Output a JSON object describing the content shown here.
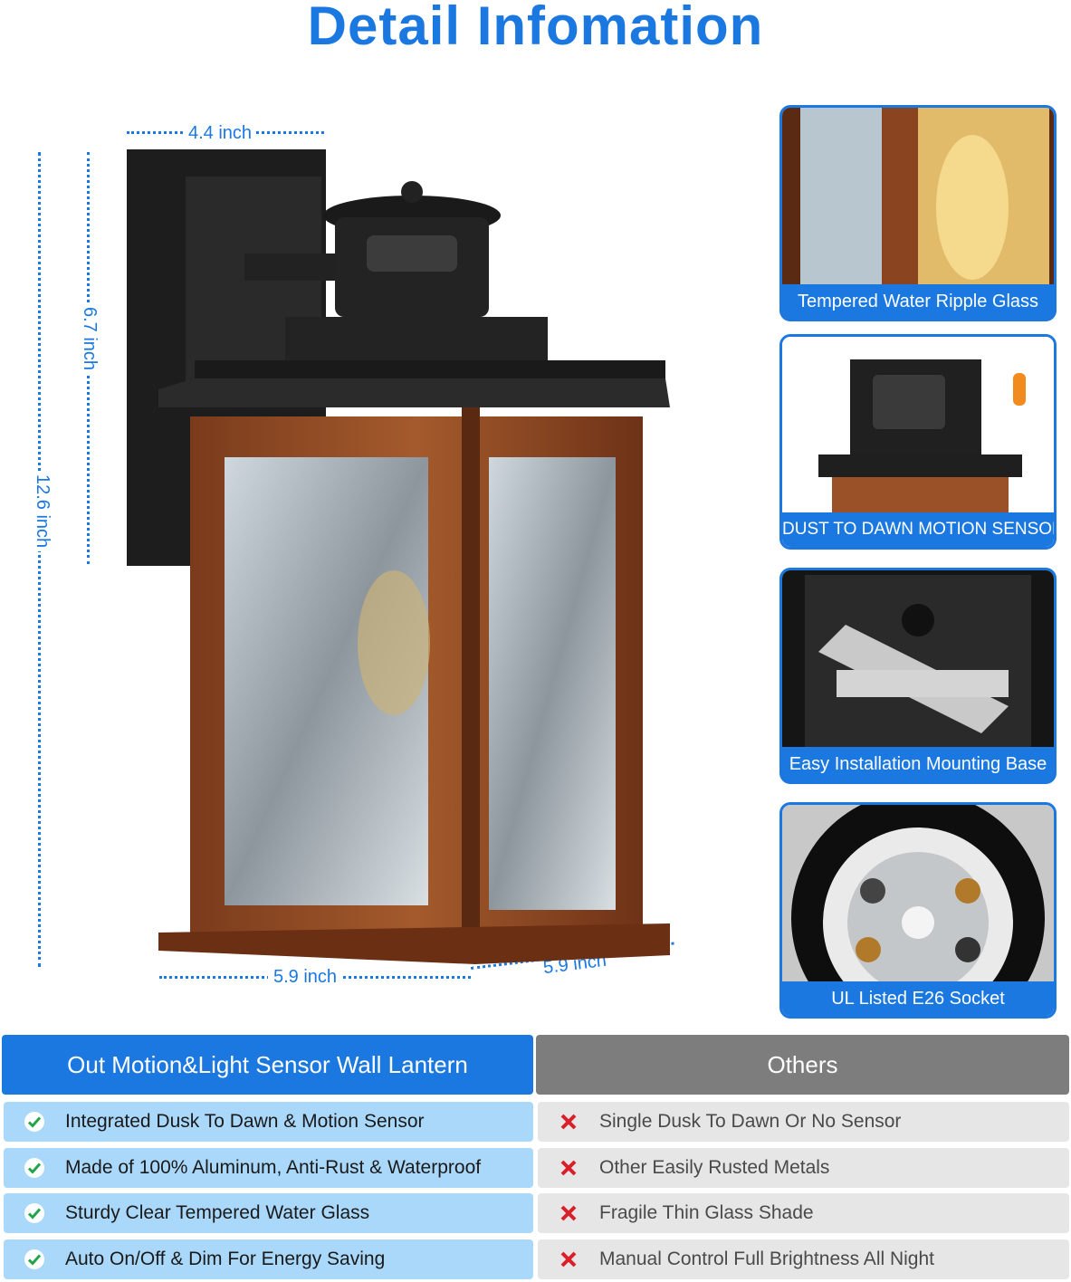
{
  "header": {
    "title": "Detail Infomation"
  },
  "dimensions": {
    "width_top": "4.4 inch",
    "height_total": "12.6 inch",
    "height_upper": "6.7 inch",
    "width_bottom_left": "5.9 inch",
    "width_bottom_right": "5.9 inch"
  },
  "features": [
    {
      "label": "Tempered Water Ripple Glass"
    },
    {
      "label": "DUST TO DAWN MOTION SENSOR"
    },
    {
      "label": "Easy Installation Mounting Base"
    },
    {
      "label": "UL Listed E26 Socket"
    }
  ],
  "comparison": {
    "ours_header": "Out Motion&Light Sensor Wall Lantern",
    "others_header": "Others",
    "ours": [
      "Integrated Dusk To Dawn & Motion Sensor",
      "Made of 100% Aluminum, Anti-Rust & Waterproof",
      "Sturdy Clear Tempered Water Glass",
      "Auto On/Off & Dim For Energy Saving"
    ],
    "others": [
      "Single Dusk To Dawn Or No Sensor",
      "Other Easily Rusted Metals",
      "Fragile Thin Glass Shade",
      "Manual Control Full Brightness All Night"
    ]
  },
  "colors": {
    "accent": "#1a78e0",
    "gray_header": "#7d7d7d",
    "check": "#22a54a",
    "cross": "#d9202a"
  },
  "icons": {
    "yes": "check-icon",
    "no": "cross-icon"
  }
}
